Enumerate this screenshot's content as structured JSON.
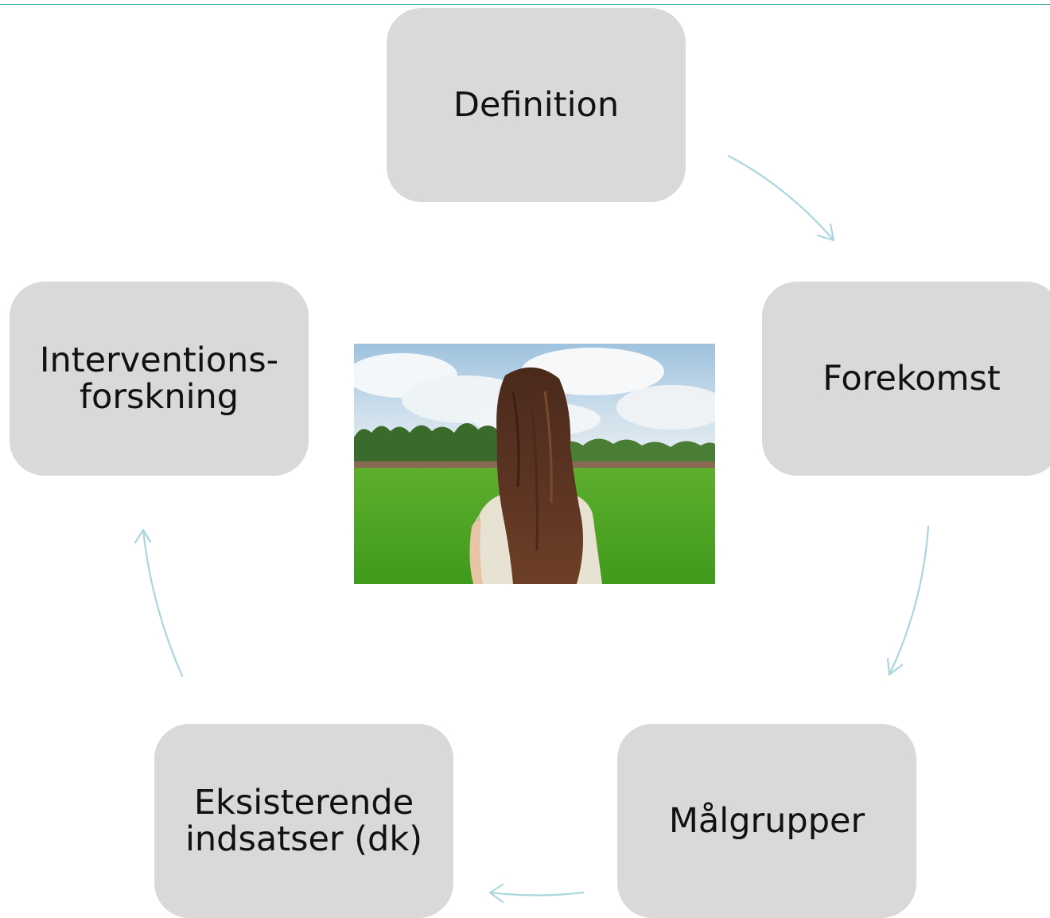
{
  "diagram": {
    "nodes": [
      {
        "id": "definition",
        "lines": [
          "Definition"
        ]
      },
      {
        "id": "forekomst",
        "lines": [
          "Forekomst"
        ]
      },
      {
        "id": "malgrupper",
        "lines": [
          "Målgrupper"
        ]
      },
      {
        "id": "eksisterende",
        "lines": [
          "Eksisterende",
          "indsatser (dk)"
        ]
      },
      {
        "id": "intervention",
        "lines": [
          "Interventions-",
          "forskning"
        ]
      }
    ],
    "flow": "clockwise cycle",
    "colors": {
      "node_fill": "#d9d9d9",
      "arrow": "#a9d7dd",
      "top_rule": "#2aa39a",
      "text": "#111111"
    },
    "center_image": "photo of a long-haired woman seen from behind in a green field"
  }
}
